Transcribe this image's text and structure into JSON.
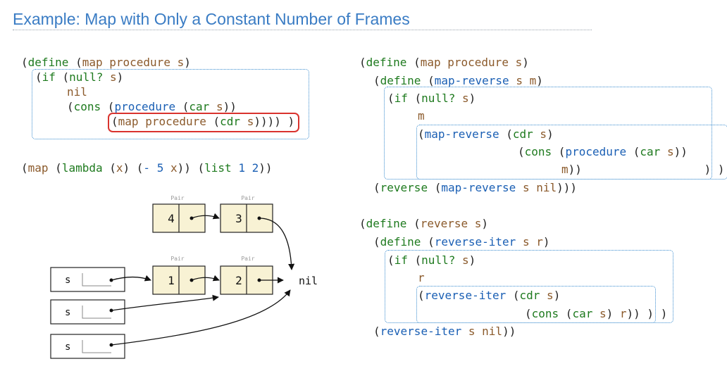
{
  "slide": {
    "title": "Example: Map with Only a Constant Number of Frames"
  },
  "left_code": {
    "lines": [
      [
        "(",
        "define",
        " (",
        "map",
        " ",
        "procedure",
        " ",
        "s",
        ")"
      ],
      [
        "(",
        "if",
        " (",
        "null?",
        " ",
        "s",
        ")"
      ],
      [
        "nil"
      ],
      [
        "(",
        "cons",
        " (",
        "procedure",
        " (",
        "car",
        " ",
        "s",
        "))"
      ],
      [
        "(",
        "map",
        " ",
        "procedure",
        " (",
        "cdr",
        " ",
        "s",
        "))))",
        " )"
      ]
    ],
    "call": [
      "(",
      "map",
      " (",
      "lambda",
      " (",
      "x",
      ") (",
      "-",
      " ",
      "5",
      " ",
      "x",
      ")) (",
      "list",
      " ",
      "1",
      " ",
      "2",
      "))"
    ]
  },
  "right_code_1": {
    "lines": [
      [
        "(",
        "define",
        " (",
        "map",
        " ",
        "procedure",
        " ",
        "s",
        ")"
      ],
      [
        "(",
        "define",
        " (",
        "map-reverse",
        " ",
        "s",
        " ",
        "m",
        ")"
      ],
      [
        "(",
        "if",
        " (",
        "null?",
        " ",
        "s",
        ")"
      ],
      [
        "m"
      ],
      [
        "(",
        "map-reverse",
        " (",
        "cdr",
        " ",
        "s",
        ")"
      ],
      [
        "(",
        "cons",
        " (",
        "procedure",
        " (",
        "car",
        " ",
        "s",
        "))"
      ],
      [
        "m",
        "))",
        " ) )"
      ],
      [
        "(",
        "reverse",
        " (",
        "map-reverse",
        " ",
        "s",
        " ",
        "nil",
        ")))"
      ]
    ]
  },
  "right_code_2": {
    "lines": [
      [
        "(",
        "define",
        " (",
        "reverse",
        " ",
        "s",
        ")"
      ],
      [
        "(",
        "define",
        " (",
        "reverse-iter",
        " ",
        "s",
        " ",
        "r",
        ")"
      ],
      [
        "(",
        "if",
        " (",
        "null?",
        " ",
        "s",
        ")"
      ],
      [
        "r"
      ],
      [
        "(",
        "reverse-iter",
        " (",
        "cdr",
        " ",
        "s",
        ")"
      ],
      [
        "(",
        "cons",
        " (",
        "car",
        " ",
        "s",
        ") ",
        "r",
        "))",
        " ) )"
      ],
      [
        "(",
        "reverse-iter",
        " ",
        "s",
        " ",
        "nil",
        "))"
      ]
    ]
  },
  "diagram": {
    "pair_label": "Pair",
    "pairs_top": [
      "4",
      "3"
    ],
    "pairs_bottom": [
      "1",
      "2"
    ],
    "frame_var": "s",
    "nil_label": "nil"
  },
  "colors": {
    "title": "#3a7cc4",
    "keyword": "#1e7a1e",
    "name": "#8b5a2b",
    "builtin": "#1a5fb4",
    "frame_box": "#3a8ccf",
    "highlight": "#d9332e",
    "pair_fill": "#f8f2d4"
  }
}
